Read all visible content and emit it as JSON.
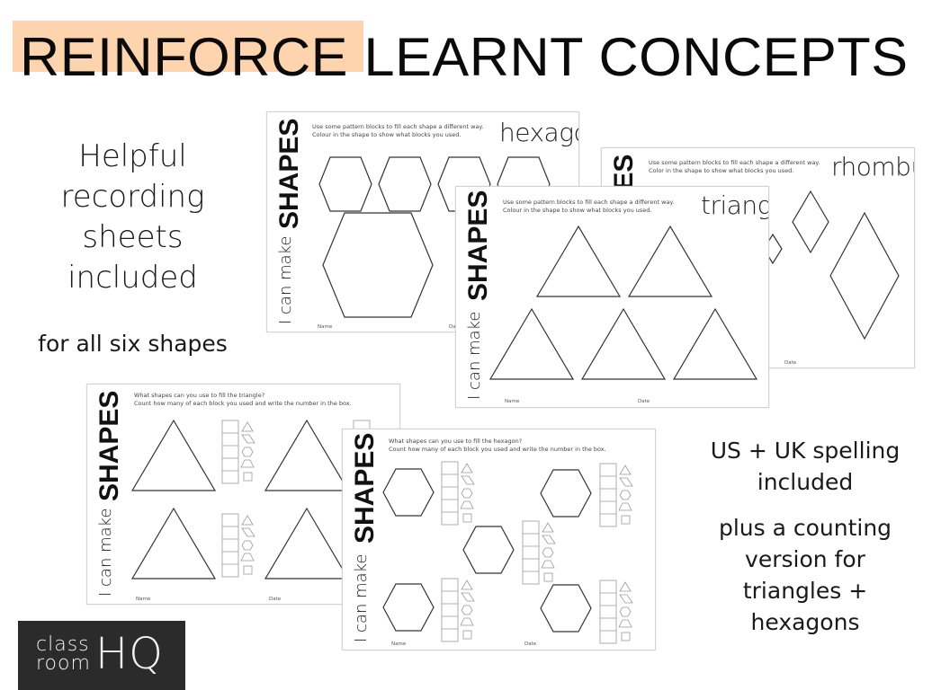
{
  "header": {
    "title_highlight": "REINFORCE",
    "title_rest": " LEARNT CONCEPTS",
    "highlight_color": "#fdd4ad"
  },
  "left_panel": {
    "main_text": "Helpful recording sheets included",
    "sub_text": "for all six shapes"
  },
  "right_panel": {
    "spelling_text": "US + UK spelling included",
    "counting_text": "plus a counting version for triangles + hexagons"
  },
  "logo": {
    "line1": "class",
    "line2": "room",
    "mark": "HQ",
    "bg_color": "#2b2b2b"
  },
  "sheets": {
    "hexagon": {
      "side_title": "SHAPES",
      "side_prefix": "I can make",
      "instruction_1": "Use some pattern blocks to fill each shape a different way.",
      "instruction_2": "Colour in the shape to show what blocks you used.",
      "shape_label": "hexagon",
      "name_label": "Name",
      "date_label": "Date"
    },
    "rhombus": {
      "side_title": "SHAPES",
      "instruction_1": "Use some pattern blocks to fill each shape a different way.",
      "instruction_2": "Color in the shape to show what blocks you used.",
      "shape_label": "rhombus",
      "date_label": "Date"
    },
    "triangle": {
      "side_title": "SHAPES",
      "side_prefix": "I can make",
      "instruction_1": "Use some pattern blocks to fill each shape a different way.",
      "instruction_2": "Colour in the shape to show what blocks you used.",
      "shape_label": "triangle",
      "name_label": "Name",
      "date_label": "Date"
    },
    "count_triangle": {
      "side_title": "SHAPES",
      "side_prefix": "I can make",
      "instruction_1": "What shapes can you use to fill the triangle?",
      "instruction_2": "Count how many of each block you used and write the number in the box.",
      "name_label": "Name",
      "date_label": "Date"
    },
    "count_hexagon": {
      "side_title": "SHAPES",
      "side_prefix": "I can make",
      "instruction_1": "What shapes can you use to fill the hexagon?",
      "instruction_2": "Count how many of each block you used and write the number in the box.",
      "name_label": "Name",
      "date_label": "Date"
    }
  }
}
